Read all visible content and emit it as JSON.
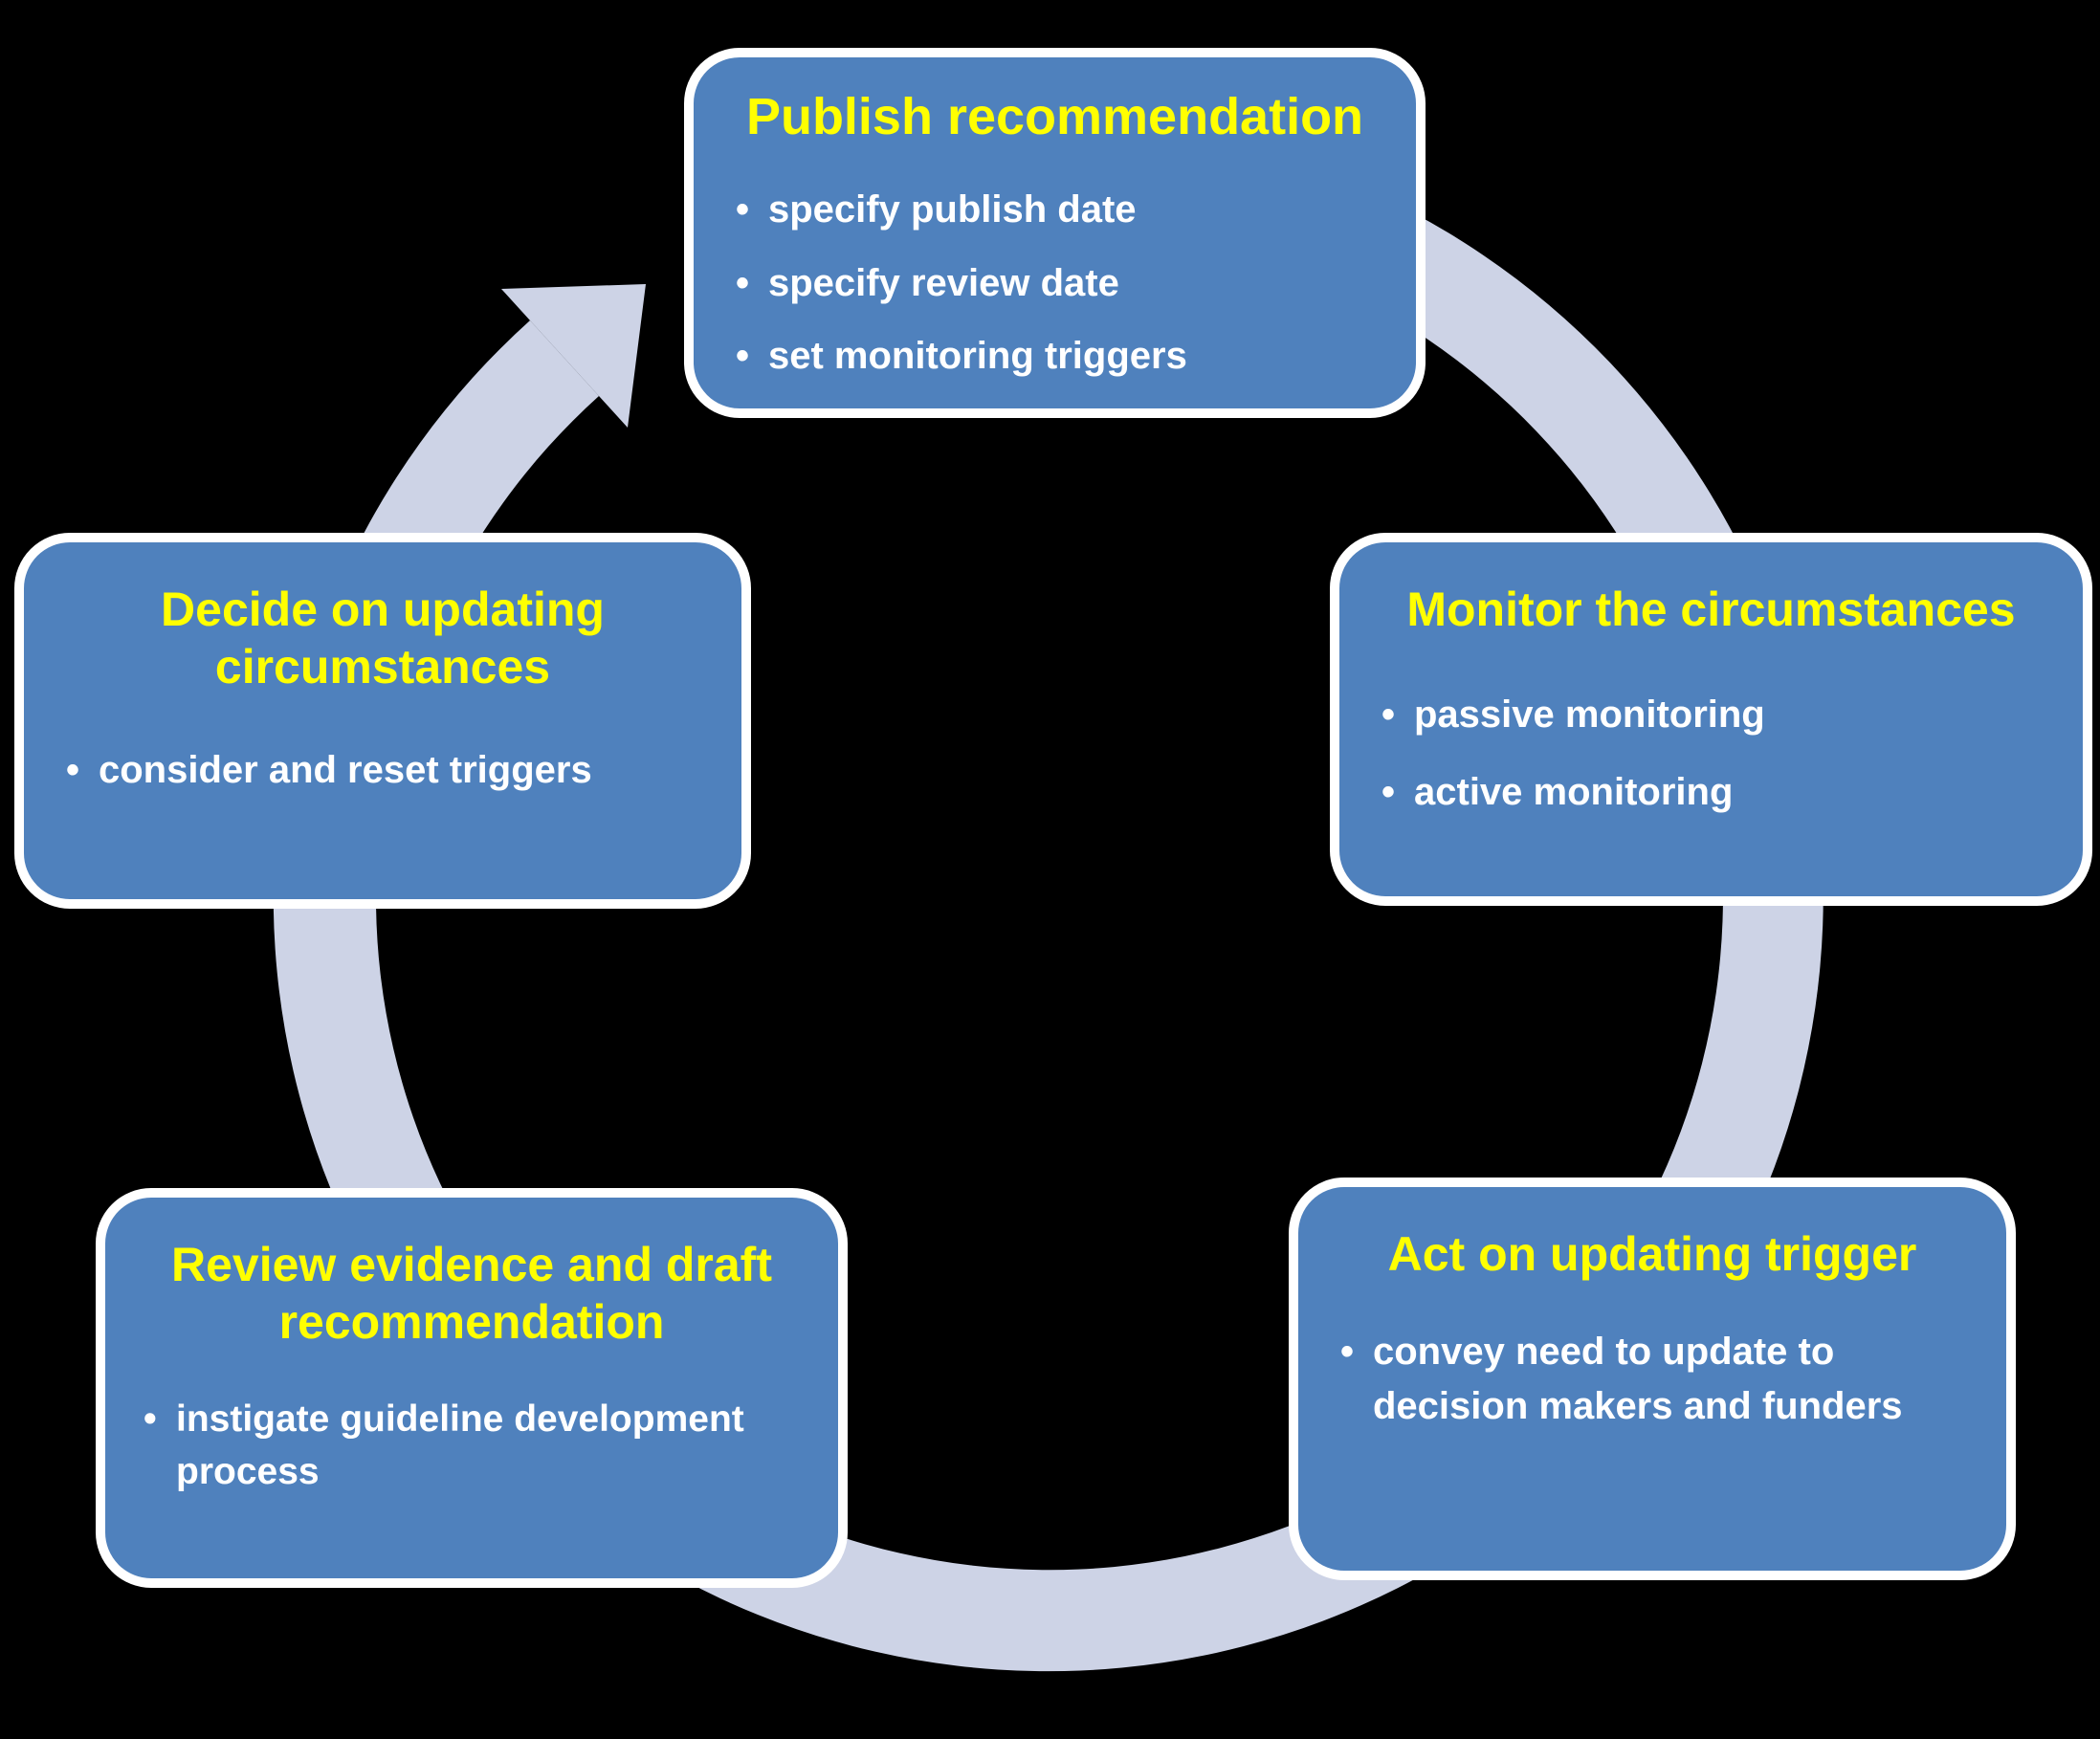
{
  "diagram": {
    "type": "cycle",
    "direction": "clockwise",
    "background_color": "#000000",
    "colors": {
      "node_fill": "#4F81BD",
      "node_border": "#FFFFFF",
      "title_text": "#FFFF00",
      "bullet_text": "#FFFFFF",
      "ring_band": "#CDD3E6"
    },
    "icons": {
      "arrow": "clockwise-curved-arrow"
    },
    "steps": [
      {
        "id": "publish",
        "title": "Publish recommendation",
        "bullets": [
          "specify publish date",
          "specify review date",
          "set monitoring triggers"
        ]
      },
      {
        "id": "monitor",
        "title": "Monitor the circumstances",
        "bullets": [
          "passive monitoring",
          "active monitoring"
        ]
      },
      {
        "id": "act",
        "title": "Act on updating trigger",
        "bullets": [
          "convey need to update to decision makers and funders"
        ]
      },
      {
        "id": "review",
        "title": "Review evidence and draft recommendation",
        "bullets": [
          "instigate guideline development process"
        ]
      },
      {
        "id": "decide",
        "title": "Decide on updating circumstances",
        "bullets": [
          "consider and reset triggers"
        ]
      }
    ]
  }
}
